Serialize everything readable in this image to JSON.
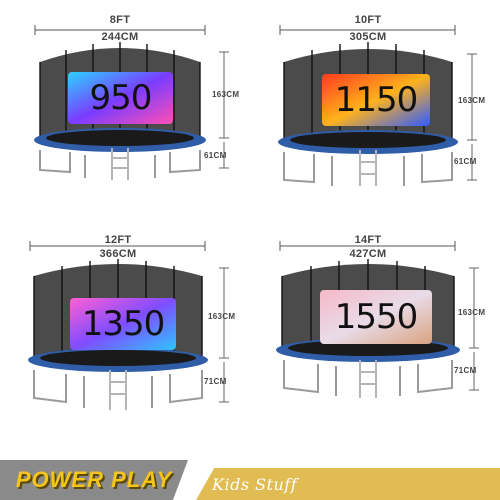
{
  "products": [
    {
      "size_ft": "8FT",
      "size_cm": "244CM",
      "net_height": "163CM",
      "leg_height": "61CM",
      "price": "950",
      "badge_colors": [
        "#2bd3ff",
        "#7a3cff",
        "#ff4fb3"
      ]
    },
    {
      "size_ft": "10FT",
      "size_cm": "305CM",
      "net_height": "163CM",
      "leg_height": "61CM",
      "price": "1150",
      "badge_colors": [
        "#ff3b1f",
        "#ffb21c",
        "#2f5bff"
      ]
    },
    {
      "size_ft": "12FT",
      "size_cm": "366CM",
      "net_height": "163CM",
      "leg_height": "71CM",
      "price": "1350",
      "badge_colors": [
        "#ff5fd2",
        "#7f4dff",
        "#2ec5ff"
      ]
    },
    {
      "size_ft": "14FT",
      "size_cm": "427CM",
      "net_height": "163CM",
      "leg_height": "71CM",
      "price": "1550",
      "badge_colors": [
        "#f6b9c8",
        "#e9dbe8",
        "#d9a37f"
      ]
    }
  ],
  "footer": {
    "brand": "POWER PLAY",
    "category": "Kids Stuff",
    "brand_bg": "#8a8a8a",
    "brand_color": "#f6c51c",
    "category_bg": "#e0bc52"
  }
}
